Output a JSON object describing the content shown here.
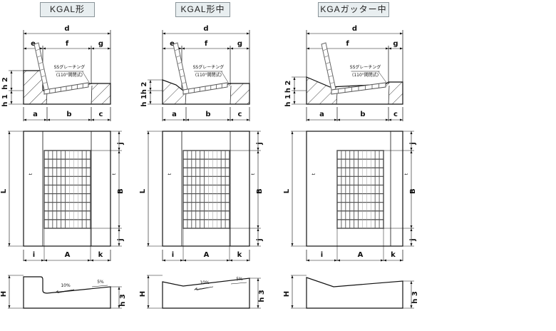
{
  "colors": {
    "line": "#111111",
    "title_bg": "#e8eef0",
    "grate": "#777777"
  },
  "columns": [
    {
      "title": "KGAL形",
      "variant": "step",
      "labels": {
        "d": "d",
        "e": "e",
        "f": "f",
        "g": "g",
        "h1": "h 1",
        "h2": "h 2",
        "a": "a",
        "b": "b",
        "c": "c",
        "L": "L",
        "B": "B",
        "j_top": "j",
        "j_bottom": "j",
        "t_left": "t",
        "t_right": "t",
        "i": "i",
        "A": "A",
        "k": "k",
        "H": "H",
        "h3": "h 3",
        "grating": "SSグレーチング",
        "grating_spec": "(110°開閉式)",
        "slope1": "10%",
        "slope2": "5%"
      }
    },
    {
      "title": "KGAL形中",
      "variant": "slope",
      "labels": {
        "d": "d",
        "e": "e",
        "f": "f",
        "g": "g",
        "h1": "h 1",
        "h2": "h 2",
        "a": "a",
        "b": "b",
        "c": "c",
        "L": "L",
        "B": "B",
        "j_top": "j",
        "j_bottom": "j",
        "t_left": "t",
        "t_right": "t",
        "i": "i",
        "A": "A",
        "k": "k",
        "H": "H",
        "h3": "h 3",
        "grating": "SSグレーチング",
        "grating_spec": "(110°開閉式)",
        "slope1": "10%",
        "slope2": "5%"
      }
    },
    {
      "title": "KGAガッター中",
      "variant": "gutter",
      "labels": {
        "d": "d",
        "f": "f",
        "g": "g",
        "h1": "h 1",
        "h2": "h 2",
        "a": "a",
        "b": "b",
        "c": "c",
        "L": "L",
        "B": "B",
        "j_top": "j",
        "j_bottom": "j",
        "t_left": "t",
        "t_right": "t",
        "i": "i",
        "A": "A",
        "k": "k",
        "H": "H",
        "h3": "h 3",
        "grating": "SSグレーチング",
        "grating_spec": "(110°開閉式)"
      }
    }
  ]
}
